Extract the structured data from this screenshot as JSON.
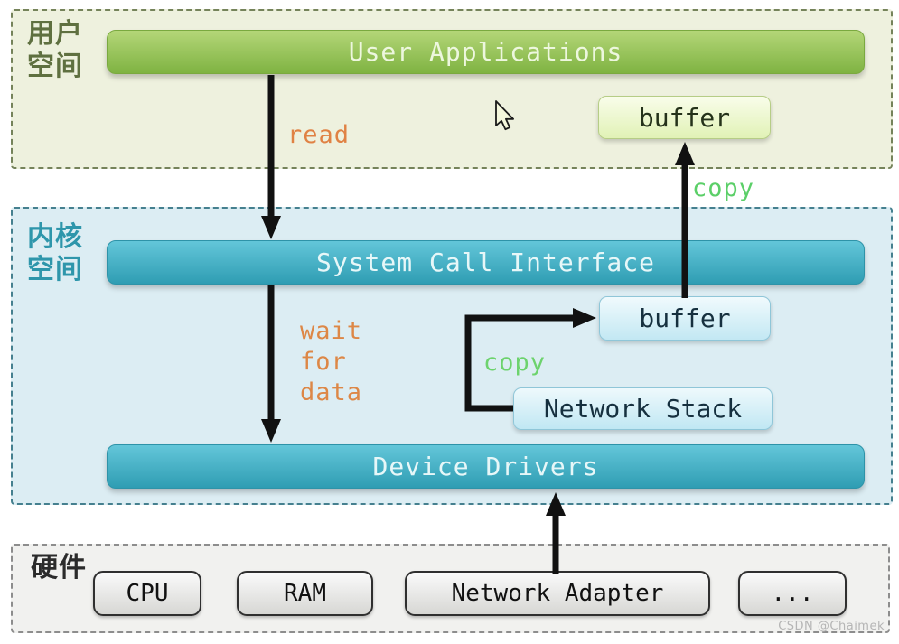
{
  "user_space": {
    "label": "用户空间",
    "app_bar": "User Applications",
    "buffer": "buffer"
  },
  "kernel_space": {
    "label": "内核空间",
    "syscall_bar": "System Call Interface",
    "buffer": "buffer",
    "network_stack": "Network Stack",
    "device_drivers_bar": "Device Drivers"
  },
  "hardware": {
    "label": "硬件",
    "items": [
      "CPU",
      "RAM",
      "Network Adapter",
      "..."
    ]
  },
  "annotations": {
    "read": "read",
    "copy_to_user": "copy",
    "wait_for_data": "wait\nfor\ndata",
    "copy_to_buffer": "copy"
  },
  "watermark": "CSDN @Chaimek",
  "colors": {
    "user_panel_bg": "#eef1de",
    "user_panel_border": "#75835a",
    "user_bar_green": "#7fb342",
    "kernel_panel_bg": "#dcedf3",
    "kernel_panel_border": "#45808f",
    "kernel_bar_teal": "#2f9db3",
    "hardware_panel_bg": "#f1f1ef",
    "annotation_orange": "#e08244",
    "annotation_green": "#5bcf68",
    "arrow_black": "#111111"
  }
}
